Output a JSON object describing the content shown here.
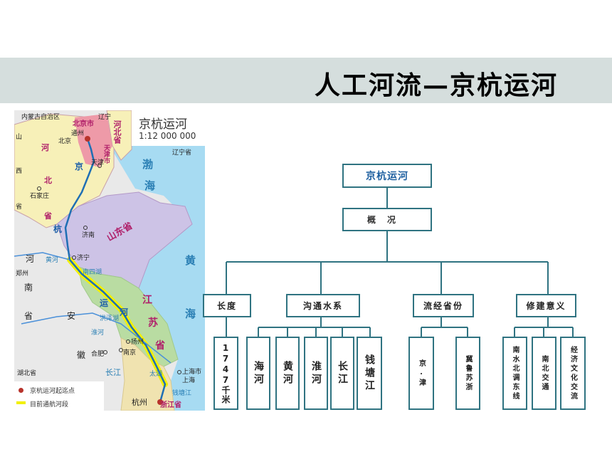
{
  "header": {
    "title": "人工河流—京杭运河"
  },
  "map": {
    "title": "京杭运河",
    "scale": "1:12 000 000",
    "labels": {
      "inner_mongolia": "内蒙古自治区",
      "liaoning": "辽宁",
      "beijing_city": "北京市",
      "tongzhou": "通州",
      "beijing": "北京",
      "hebei_right": "河北省",
      "tianjin_city": "天津市",
      "tianjin": "天津",
      "shan": "山",
      "xi": "西",
      "sheng_left": "省",
      "hebei_he": "河",
      "hebei_bei": "北",
      "hebei_sheng": "省",
      "shijiazhuang": "石家庄",
      "jing": "京",
      "hang": "杭",
      "yun": "运",
      "he": "河",
      "jinan": "济南",
      "shandong": "山东省",
      "jining": "济宁",
      "nansihu": "南四湖",
      "yellow_river": "黄河",
      "zhengzhou": "郑州",
      "henan_he": "河",
      "henan_nan": "南",
      "henan_sheng": "省",
      "an": "安",
      "hui": "徽",
      "hefei": "合肥",
      "jiangsu_jiang": "江",
      "jiangsu_su": "苏",
      "jiangsu_sheng": "省",
      "hongzehu": "洪泽湖",
      "huaihe": "淮河",
      "yangzhou": "扬州",
      "nanjing": "南京",
      "changjiang": "长江",
      "taihu": "太湖",
      "shanghai_city": "上海市",
      "shanghai": "上海",
      "hangzhou": "杭州",
      "zhejiang": "浙江省",
      "qiantangjiang": "钱塘江",
      "hubei": "湖北省",
      "bohai": "渤海",
      "bohai_bo": "渤",
      "bohai_hai": "海",
      "huanghai_huang": "黄",
      "huanghai_hai": "海",
      "ningbo": "辽宁省"
    },
    "legend": {
      "start_end": "京杭运河起迄点",
      "navigable": "目前通航河段"
    },
    "colors": {
      "sea": "#a7dbf2",
      "beijing_tianjin": "#ee9aa8",
      "hebei": "#f7f0b8",
      "shandong": "#cdc3e6",
      "jiangsu": "#b9dca2",
      "zhejiang": "#f0e3b0",
      "neighbor": "#e9e9e9",
      "canal": "#1f6fb4",
      "navigable": "#f2f000"
    }
  },
  "diagram": {
    "root": "京杭运河",
    "overview": "概况",
    "categories": {
      "length": "长度",
      "water_systems": "沟通水系",
      "provinces": "流经省份",
      "significance": "修建意义"
    },
    "leaves": {
      "length": "1747千米",
      "hai": "海河",
      "huang": "黄河",
      "huai": "淮河",
      "chang": "长江",
      "qiantang": "钱塘江",
      "jingjin": "京.津",
      "jilusuzhe": "冀鲁苏浙",
      "nanshui": "南水北调东线",
      "transport": "南北交通",
      "culture": "经济文化交流"
    },
    "colors": {
      "border": "#2f7381",
      "root_text": "#1e5fa0"
    }
  }
}
